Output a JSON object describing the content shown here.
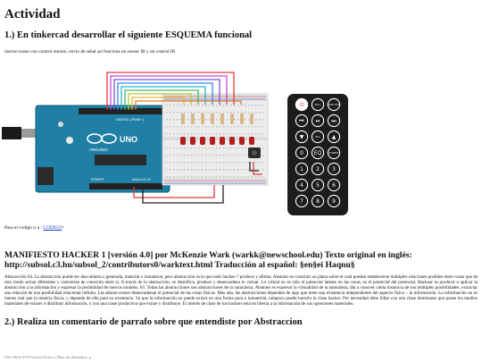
{
  "title": "Actividad",
  "section1": {
    "heading": "1.) En tinkercad desarrollar el siguiente ESQUEMA funcional",
    "description": "instrucciones con control remoto, envio de señal así funciona un sensor IR y un control IR"
  },
  "circuit": {
    "board_label": "UNO",
    "board_brand": "ARDUINO",
    "digital_label": "DIGITAL (PWM~)",
    "power_label": "POWER",
    "analog_label": "ANALOG IN",
    "led_count": 8,
    "icon": "circuit-diagram-icon"
  },
  "remote": {
    "icon": "ir-remote-icon",
    "buttons": [
      {
        "label": "⏻",
        "color": "#e02a2a"
      },
      {
        "label": "VOL+",
        "color": "#ffffff"
      },
      {
        "label": "FUNC STOP",
        "color": "#ffffff"
      },
      {
        "label": "⏮",
        "color": "#ffffff"
      },
      {
        "label": "⏯",
        "color": "#ffffff"
      },
      {
        "label": "⏭",
        "color": "#ffffff"
      },
      {
        "label": "▼",
        "color": "#ffffff"
      },
      {
        "label": "VOL-",
        "color": "#ffffff"
      },
      {
        "label": "▲",
        "color": "#ffffff"
      },
      {
        "label": "0",
        "color": "#ffffff"
      },
      {
        "label": "EQ",
        "color": "#ffffff"
      },
      {
        "label": "ST/REPT",
        "color": "#ffffff"
      },
      {
        "label": "1",
        "color": "#ffffff"
      },
      {
        "label": "2",
        "color": "#ffffff"
      },
      {
        "label": "3",
        "color": "#ffffff"
      },
      {
        "label": "4",
        "color": "#ffffff"
      },
      {
        "label": "5",
        "color": "#ffffff"
      },
      {
        "label": "6",
        "color": "#ffffff"
      },
      {
        "label": "7",
        "color": "#ffffff"
      },
      {
        "label": "8",
        "color": "#ffffff"
      },
      {
        "label": "9",
        "color": "#ffffff"
      }
    ]
  },
  "code_link": {
    "prefix": "Para el codigo ir a : ",
    "label": "CODIGO",
    "suffix": "!"
  },
  "manifesto": {
    "heading": "MANIFIESTO HACKER 1 [versión 4.0] por McKenzie Wark (warkk@newschool.edu) Texto original en inglés: http://subsol.c3.hu/subsol_2/contributors0/warktext.html Traducción al español: §en§ei Haqnu§",
    "body": "Abstracción 04. La abstracción puede ser descubierta o generada, material o inmaterial, pero abstracción es lo que todo hackeo ? produce y afirma. Abstraer es construir un plano sobre el cual pueden establecerse múltiples relaciones posibles entre cosas que de otro modo serían diferentes y carecerían de conexión entre sí. A través de la abstracción, se identifica, produce y desencadena lo virtual. Lo virtual no es sólo el potencial latente en las cosas, es el potencial del potencial. Hackear es producir o aplicar la abstracción a la información y expresar la posibilidad de nuevos mundos. 05. Todas las abstracciones son abstracciones de la naturaleza. Abstraer es expresar la virtualidad de la naturaleza, dar a conocer cierta instancia de sus múltiples posibilidades, extractar una relación de una posibilidad relacional infinita. Las abstracciones desencadenan el potencial de las cosas físicas. Más aún, las abstracciones dependen de algo que tiene una existencia independiente del aspecto físico – la información. La información no es menos real que la materia física, y depende de ella para su existencia. Ya que la información no puede existir en una forma pura e inmaterial, tampoco puede hacerlo la clase hacker. Por necesidad debe lidiar con una clase dominante que posee los medios materiales de extraer o distribuir información, o con una clase productiva que extrae y distribuye. El interés de clase de los hackers está en liberar a la información de sus opresiones materiales."
  },
  "section2": {
    "heading": "2.) Realiza un comentario de parrafo sobre que entendiste por Abstraccion"
  },
  "footer": {
    "editor_path": "Ctrl+Shift+F10 Control Activo | Ruta de elementos: p"
  }
}
